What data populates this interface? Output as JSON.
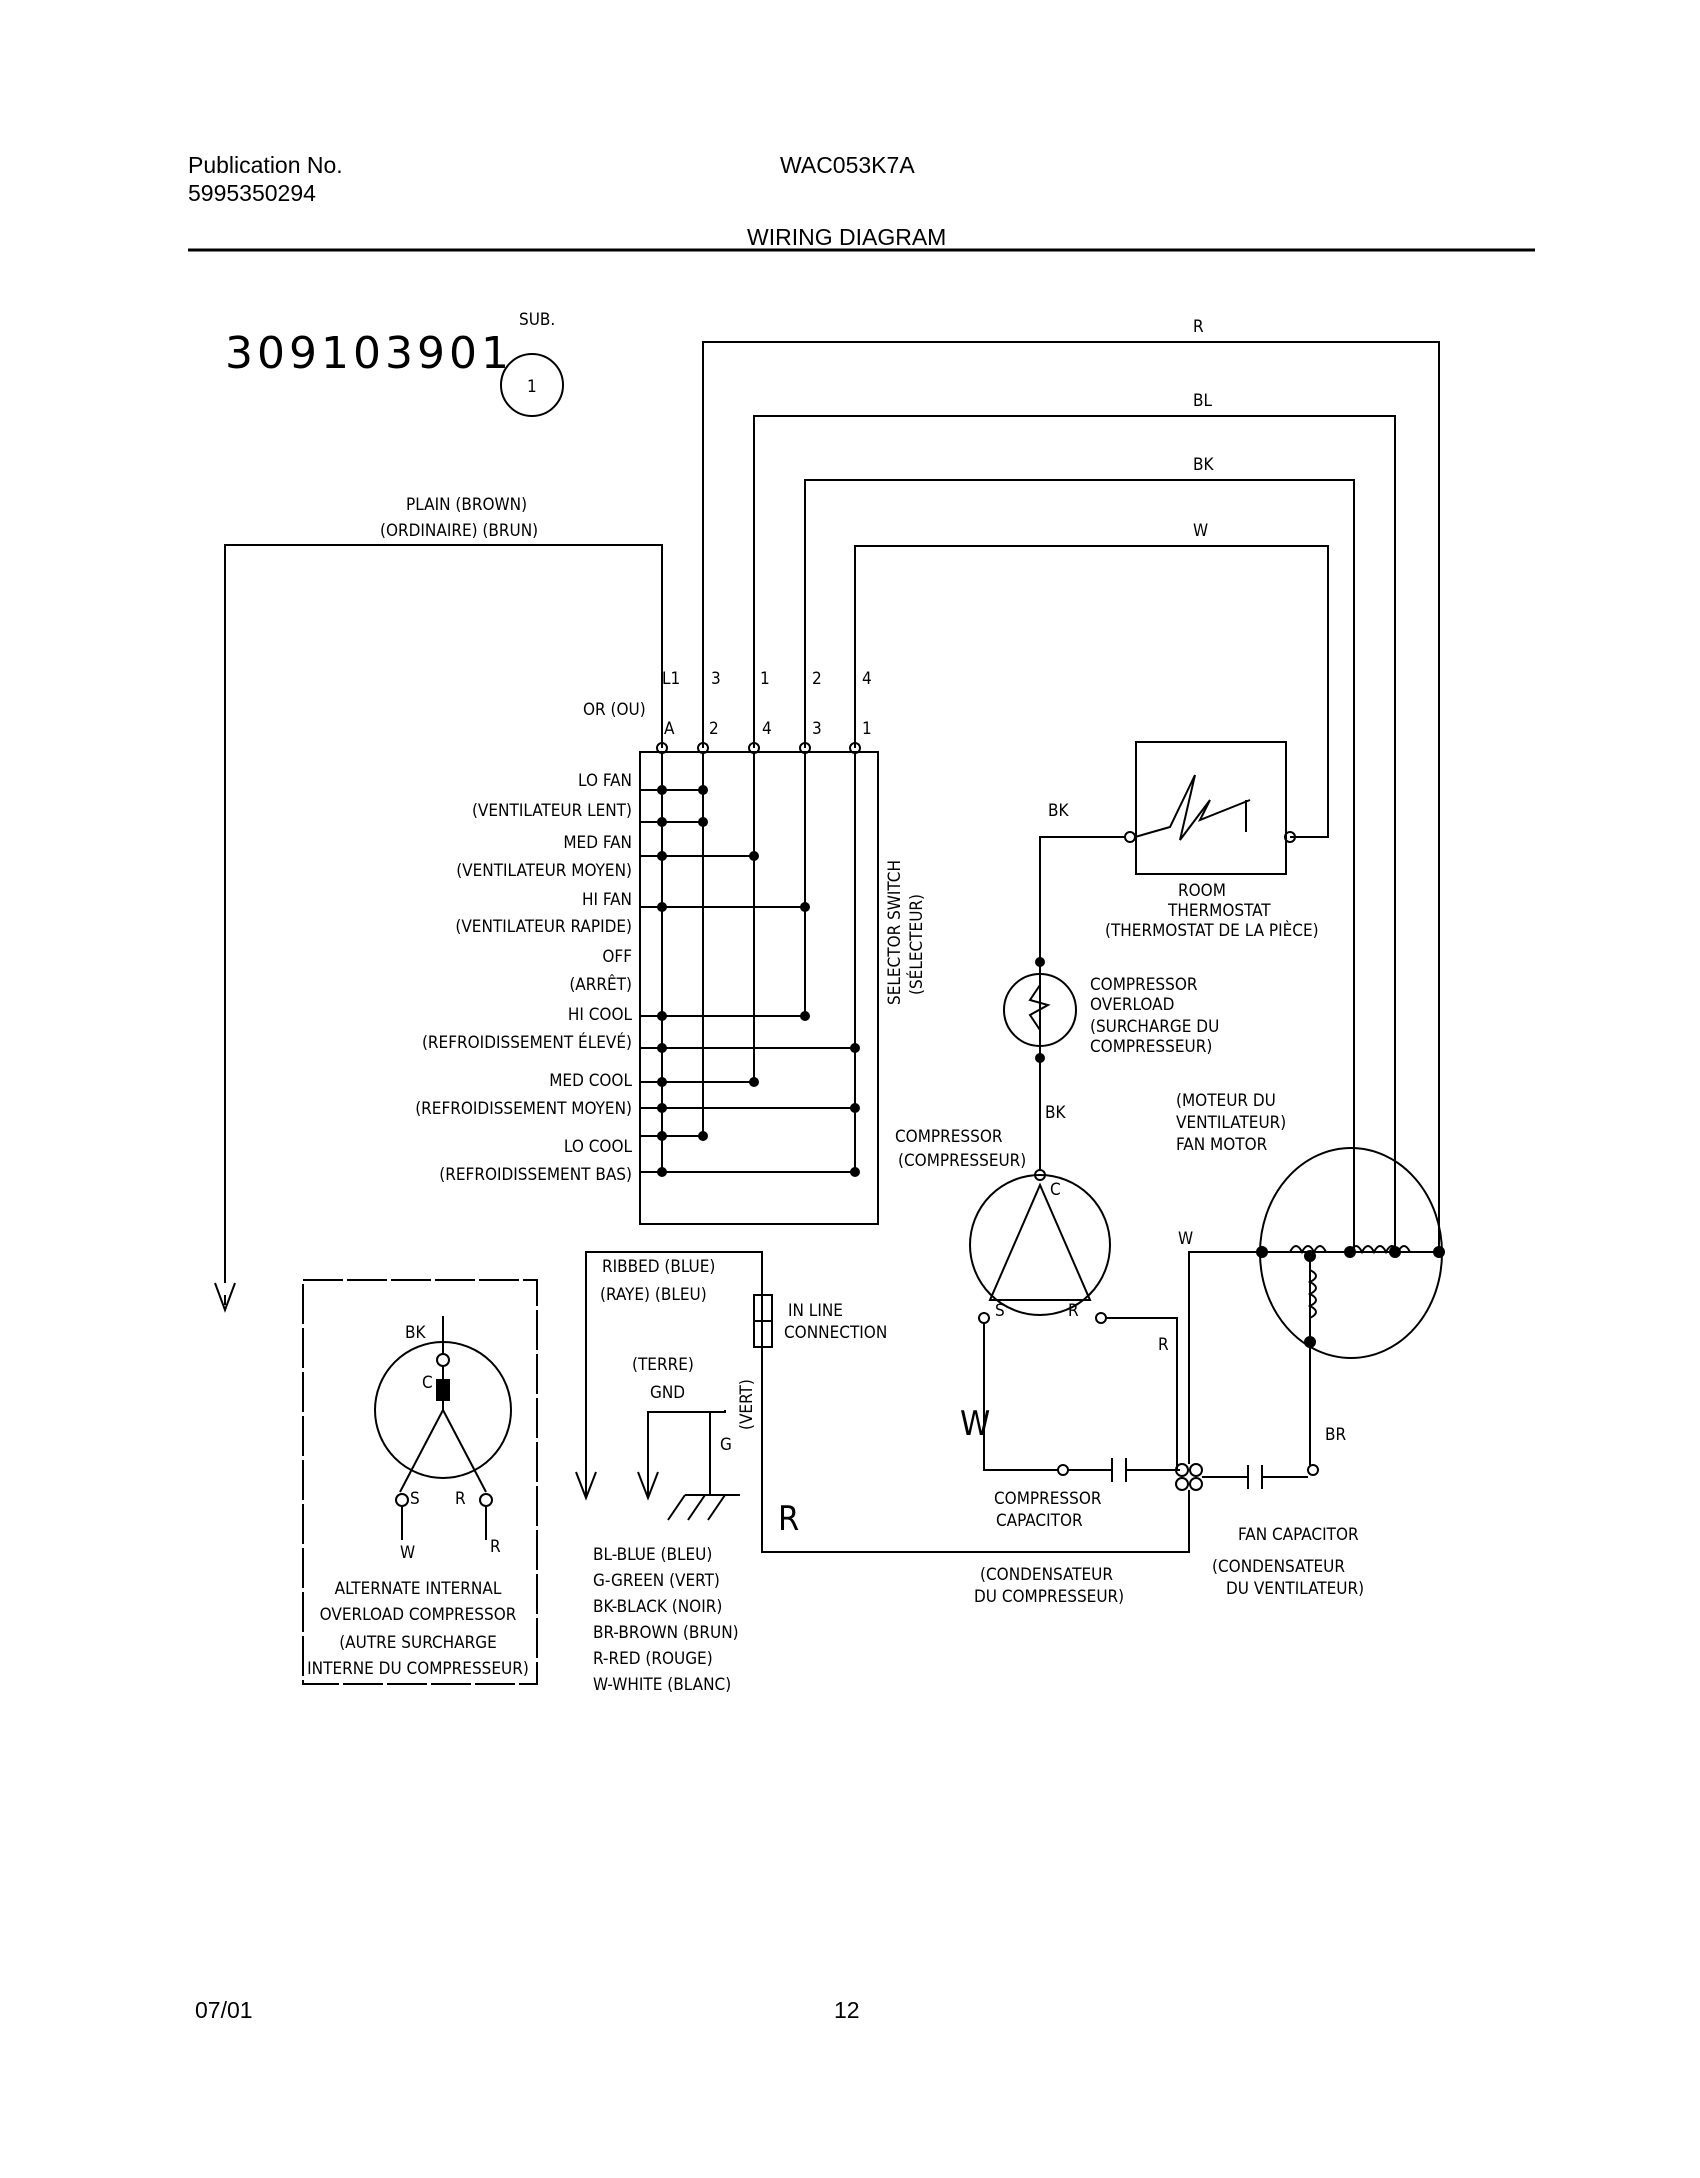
{
  "header": {
    "publication_label": "Publication No.",
    "publication_number": "5995350294",
    "model": "WAC053K7A",
    "section_title": "WIRING DIAGRAM"
  },
  "diagram": {
    "part_number": "309103901",
    "sub_label": "SUB.",
    "sub_number": "1",
    "wire_top_labels": [
      "R",
      "BL",
      "BK",
      "W"
    ],
    "plain_wire": [
      "PLAIN  (BROWN)",
      "(ORDINAIRE)  (BRUN)"
    ],
    "or_label": "OR (OU)",
    "terminals_top": [
      "L1",
      "3",
      "1",
      "2",
      "4"
    ],
    "terminals_bottom": [
      "A",
      "2",
      "4",
      "3",
      "1"
    ],
    "selector_positions": [
      "LO FAN",
      "(VENTILATEUR LENT)",
      "MED FAN",
      "(VENTILATEUR MOYEN)",
      "HI FAN",
      "(VENTILATEUR RAPIDE)",
      "OFF",
      "(ARRÊT)",
      "HI COOL",
      "(REFROIDISSEMENT ÉLEVÉ)",
      "MED COOL",
      "(REFROIDISSEMENT MOYEN)",
      "LO COOL",
      "(REFROIDISSEMENT BAS)"
    ],
    "selector_switch": [
      "SELECTOR SWITCH",
      "(SÉLECTEUR)"
    ],
    "thermostat": [
      "ROOM",
      "THERMOSTAT",
      "(THERMOSTAT DE LA PIÈCE)"
    ],
    "thermostat_wire": "BK",
    "overload": [
      "COMPRESSOR",
      "OVERLOAD",
      "(SURCHARGE DU",
      "COMPRESSEUR)"
    ],
    "overload_wire": "BK",
    "compressor": [
      "COMPRESSOR",
      "(COMPRESSEUR)"
    ],
    "compressor_terminals": [
      "C",
      "S",
      "R"
    ],
    "fan_motor": [
      "(MOTEUR DU",
      "VENTILATEUR)",
      "FAN MOTOR"
    ],
    "fan_wire_w": "W",
    "fan_wire_br": "BR",
    "compressor_wire_r": "R",
    "compressor_wire_w": "W",
    "ground_wire_r": "R",
    "ribbed_wire": [
      "RIBBED  (BLUE)",
      "(RAYE)  (BLEU)"
    ],
    "in_line": [
      "IN LINE",
      "CONNECTION"
    ],
    "ground": [
      "(TERRE)",
      "GND",
      "(VERT)",
      "G"
    ],
    "compressor_capacitor": [
      "COMPRESSOR",
      "CAPACITOR",
      "(CONDENSATEUR",
      "DU COMPRESSEUR)"
    ],
    "fan_capacitor": [
      "FAN CAPACITOR",
      "(CONDENSATEUR",
      "DU VENTILATEUR)"
    ],
    "color_legend": [
      "BL-BLUE (BLEU)",
      "G-GREEN (VERT)",
      "BK-BLACK (NOIR)",
      "BR-BROWN (BRUN)",
      "R-RED (ROUGE)",
      "W-WHITE (BLANC)"
    ],
    "alternate_overload": {
      "wire_top": "BK",
      "terminals": [
        "C",
        "S",
        "R"
      ],
      "wires_bottom": [
        "W",
        "R"
      ],
      "caption": [
        "ALTERNATE INTERNAL",
        "OVERLOAD COMPRESSOR",
        "(AUTRE SURCHARGE",
        "INTERNE DU COMPRESSEUR)"
      ]
    }
  },
  "footer": {
    "date": "07/01",
    "page": "12"
  }
}
